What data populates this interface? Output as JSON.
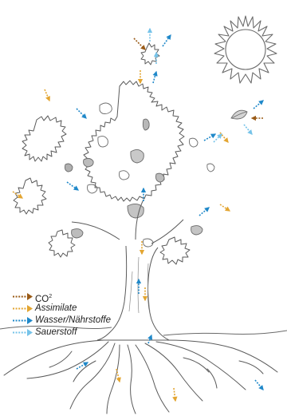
{
  "legend": {
    "co2": {
      "label": "CO",
      "superscript": "2",
      "color": "#9a5b17"
    },
    "assimilate": {
      "label": "Assimilate",
      "color": "#e3a531"
    },
    "wasser": {
      "label": "Wasser/Nährstoffe",
      "color": "#1f88c9"
    },
    "sauerstoff": {
      "label": "Sauerstoff",
      "color": "#76c3e9"
    }
  },
  "icons": [
    "sun-icon",
    "tree-crown",
    "tree-trunk",
    "tree-roots",
    "ground-line",
    "leaf-icon"
  ]
}
